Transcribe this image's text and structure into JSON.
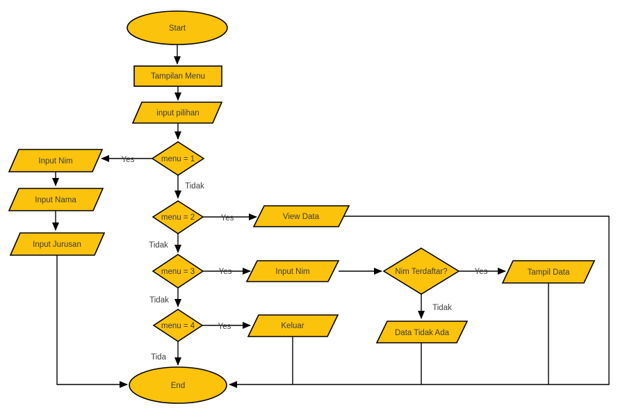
{
  "diagram": {
    "type": "flowchart",
    "nodes": {
      "start": {
        "label": "Start",
        "shape": "terminator"
      },
      "tampilan_menu": {
        "label": "Tampilan Menu",
        "shape": "process"
      },
      "input_pilihan": {
        "label": "input pilihan",
        "shape": "input-output"
      },
      "menu1": {
        "label": "menu = 1",
        "shape": "decision"
      },
      "input_nim": {
        "label": "Input Nim",
        "shape": "input-output"
      },
      "input_nama": {
        "label": "Input Nama",
        "shape": "input-output"
      },
      "input_jurusan": {
        "label": "Input Jurusan",
        "shape": "input-output"
      },
      "menu2": {
        "label": "menu = 2",
        "shape": "decision"
      },
      "view_data": {
        "label": "View Data",
        "shape": "input-output"
      },
      "menu3": {
        "label": "menu = 3",
        "shape": "decision"
      },
      "input_nim2": {
        "label": "Input Nim",
        "shape": "input-output"
      },
      "nim_terdaftar": {
        "label": "Nim Terdaftar?",
        "shape": "decision"
      },
      "tampil_data": {
        "label": "Tampil Data",
        "shape": "input-output"
      },
      "data_tidak_ada": {
        "label": "Data Tidak Ada",
        "shape": "input-output"
      },
      "menu4": {
        "label": "menu = 4",
        "shape": "decision"
      },
      "keluar": {
        "label": "Keluar",
        "shape": "input-output"
      },
      "end": {
        "label": "End",
        "shape": "terminator"
      }
    },
    "edge_labels": {
      "menu1_yes": "Yes",
      "menu1_no": "Tidak",
      "menu2_yes": "Yes",
      "menu2_no": "Tidak",
      "menu3_yes": "Yes",
      "menu3_no": "Tidak",
      "nim_yes": "Yes",
      "nim_no": "Tidak",
      "menu4_yes": "Yes",
      "menu4_no": "Tida"
    },
    "colors": {
      "shape_fill": "#FCC30D",
      "shape_border": "#000000",
      "line": "#000000",
      "text": "#3C3C3C",
      "background": "#FFFFFF"
    }
  }
}
